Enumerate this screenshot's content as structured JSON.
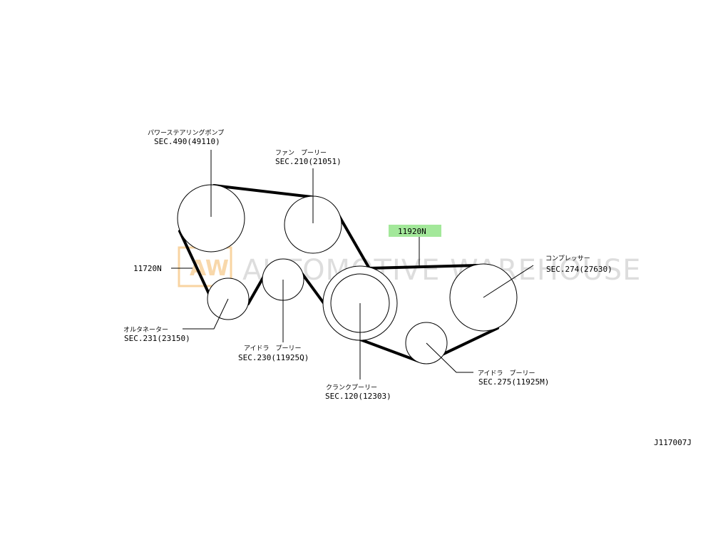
{
  "watermark": {
    "logo": "AW",
    "text": "AUTOMOTIVE WAREHOUSE"
  },
  "drawing_code": "J117007J",
  "belts": {
    "b11920": {
      "code": "11920N",
      "highlight": "#a3e89a"
    },
    "b11720": {
      "code": "11720N"
    }
  },
  "pulleys": {
    "ps": {
      "name": "パワーステアリングポンプ",
      "sec": "SEC.490(49110)"
    },
    "fan": {
      "name": "ファン　プーリー",
      "sec": "SEC.210(21051)"
    },
    "comp": {
      "name": "コンプレッサー",
      "sec": "SEC.274(27630)"
    },
    "alt": {
      "name": "オルタネーター",
      "sec": "SEC.231(23150)"
    },
    "idle1": {
      "name": "アイドラ　プーリー",
      "sec": "SEC.230(11925Q)"
    },
    "crank": {
      "name": "クランクプーリー",
      "sec": "SEC.120(12303)"
    },
    "idle2": {
      "name": "アイドラ　プーリー",
      "sec": "SEC.275(11925M)"
    }
  },
  "colors": {
    "line": "#000000",
    "callout": "#a3e89a",
    "watermark_logo": "#f0a030"
  }
}
